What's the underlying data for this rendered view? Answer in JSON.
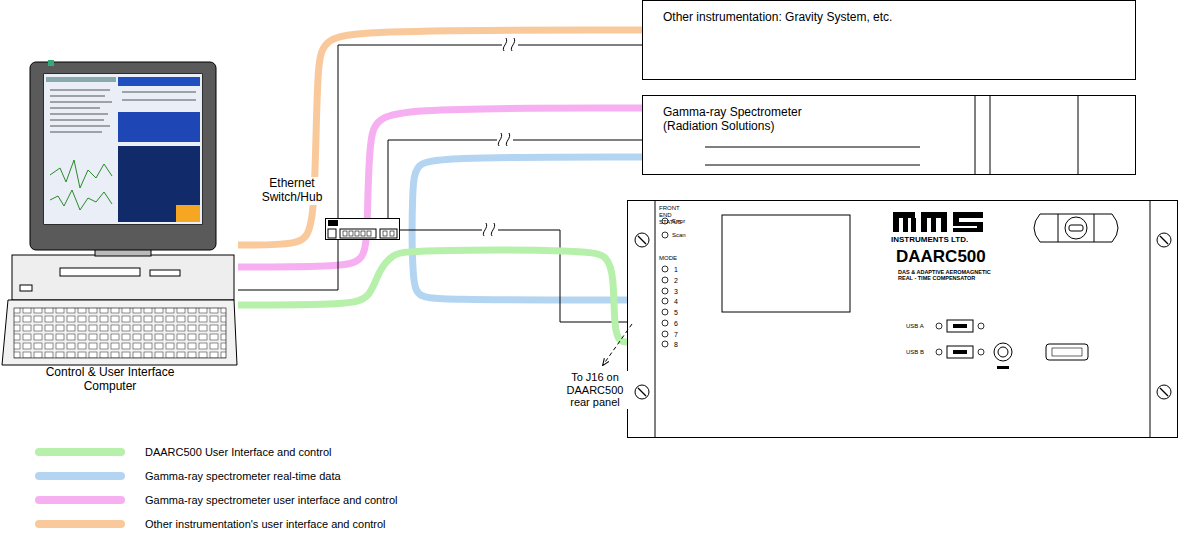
{
  "diagram": {
    "nodes": [
      {
        "text": [
          "Control & User Interface Computer"
        ]
      },
      {
        "text": [
          "Ethernet Switch/Hub"
        ]
      },
      {
        "text": [
          "Other instrumentation: Gravity System, etc."
        ]
      },
      {
        "text": [
          "Gamma-ray Spectrometer (Radiation Solutions)"
        ]
      },
      {
        "text": [
          "FRONT END STATUS",
          "Error",
          "Scan",
          "MODE",
          "1",
          "2",
          "3",
          "4",
          "5",
          "6",
          "7",
          "8",
          "INSTRUMENTS LTD.",
          "DAARC500",
          "DAS & ADAPTIVE AEROMAGNETIC REAL - TIME COMPENSATOR",
          "USB A",
          "USB B"
        ]
      }
    ],
    "edges": [
      {
        "from": 0,
        "to": 2,
        "arrow": "none"
      },
      {
        "from": 1,
        "to": 2,
        "arrow": "none"
      },
      {
        "from": 0,
        "to": 3,
        "arrow": "none"
      },
      {
        "from": 1,
        "to": 3,
        "arrow": "none"
      },
      {
        "from": 3,
        "to": 4,
        "arrow": "none"
      },
      {
        "from": 1,
        "to": 4,
        "arrow": "none"
      },
      {
        "from": 0,
        "to": 4,
        "arrow": "none"
      },
      {
        "from": 0,
        "to": 1,
        "arrow": "none"
      }
    ],
    "labels": [
      "To J16 on DAARC500 rear panel"
    ],
    "legend": [
      {
        "text": "DAARC500 User Interface and control",
        "color": "#b6f0aa"
      },
      {
        "text": "Gamma-ray spectrometer real-time data",
        "color": "#b4d5f2"
      },
      {
        "text": "Gamma-ray spectrometer user interface and control",
        "color": "#f6b0f1"
      },
      {
        "text": "Other instrumentation's user interface and control",
        "color": "#f9c99b"
      }
    ]
  }
}
